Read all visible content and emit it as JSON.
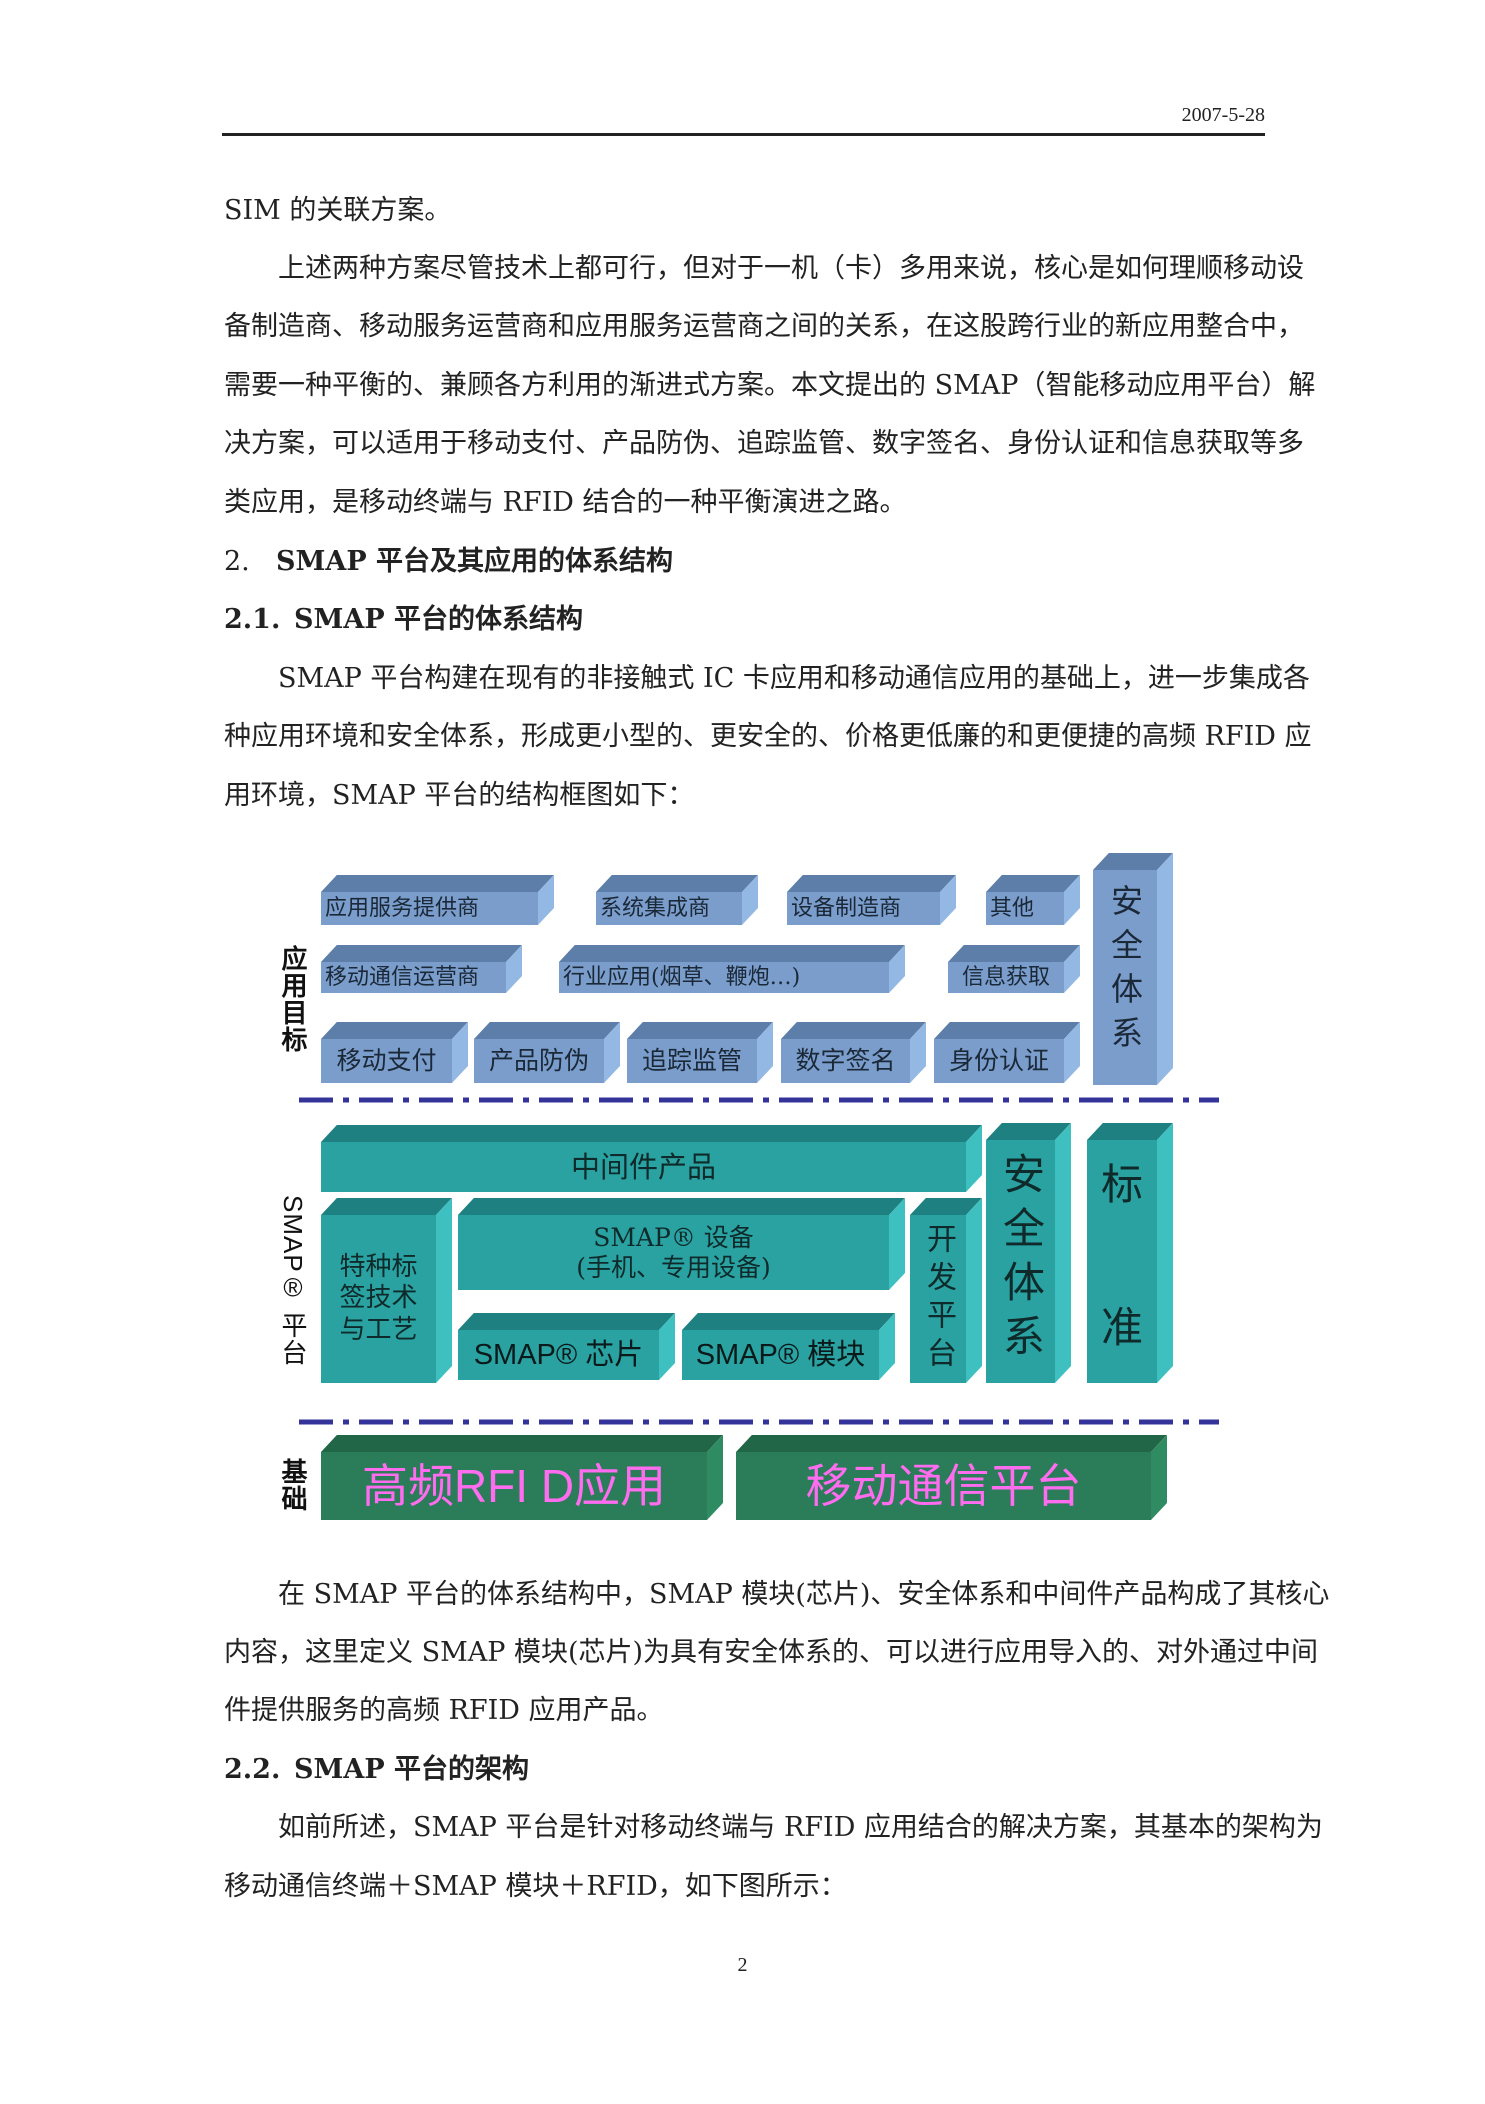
{
  "header": {
    "date": "2007-5-28"
  },
  "body_top": {
    "line1": "SIM 的关联方案。",
    "para2": [
      "上述两种方案尽管技术上都可行，但对于一机（卡）多用来说，核心是如何理顺移动设",
      "备制造商、移动服务运营商和应用服务运营商之间的关系，在这股跨行业的新应用整合中，",
      "需要一种平衡的、兼顾各方利用的渐进式方案。本文提出的 SMAP（智能移动应用平台）解",
      "决方案，可以适用于移动支付、产品防伪、追踪监管、数字签名、身份认证和信息获取等多",
      "类应用，是移动终端与 RFID 结合的一种平衡演进之路。"
    ]
  },
  "section2": {
    "number": "2.",
    "title": "SMAP 平台及其应用的体系结构"
  },
  "section2_1": {
    "number": "2.1.",
    "title": "SMAP 平台的体系结构",
    "para": [
      "SMAP 平台构建在现有的非接触式 IC 卡应用和移动通信应用的基础上，进一步集成各",
      "种应用环境和安全体系，形成更小型的、更安全的、价格更低廉的和更便捷的高频 RFID 应",
      "用环境，SMAP 平台的结构框图如下："
    ]
  },
  "diagram": {
    "layers": {
      "app": "应用目标",
      "platform": "SMAP® 平台",
      "base": "基础"
    },
    "app_row1": [
      "应用服务提供商",
      "系统集成商",
      "设备制造商",
      "其他"
    ],
    "app_row2": [
      "移动通信运营商",
      "行业应用(烟草、鞭炮…)",
      "信息获取"
    ],
    "app_row3": [
      "移动支付",
      "产品防伪",
      "追踪监管",
      "数字签名",
      "身份认证"
    ],
    "app_security": "安全体系",
    "middleware": "中间件产品",
    "special_tag": "特种标签技术与工艺",
    "device_line1": "SMAP® 设备",
    "device_line2": "(手机、专用设备)",
    "chip": "SMAP® 芯片",
    "module": "SMAP® 模块",
    "dev_platform": "开发平台",
    "platform_security": "安全体系",
    "standard_1": "标",
    "standard_2": "准",
    "base_rfid": "高频RFI D应用",
    "base_mobile": "移动通信平台",
    "colors": {
      "blue": "#7a9dcb",
      "teal": "#2aa2a2",
      "green": "#2b7c58",
      "pink": "#ff6cf0",
      "dash": "#333399"
    }
  },
  "body_after": {
    "para": [
      "在 SMAP 平台的体系结构中，SMAP 模块(芯片)、安全体系和中间件产品构成了其核心",
      "内容，这里定义 SMAP 模块(芯片)为具有安全体系的、可以进行应用导入的、对外通过中间",
      "件提供服务的高频 RFID 应用产品。"
    ]
  },
  "section2_2": {
    "number": "2.2.",
    "title": "SMAP 平台的架构",
    "para": [
      "如前所述，SMAP 平台是针对移动终端与 RFID 应用结合的解决方案，其基本的架构为",
      "移动通信终端＋SMAP 模块＋RFID，如下图所示："
    ]
  },
  "footer": {
    "page": "2"
  }
}
